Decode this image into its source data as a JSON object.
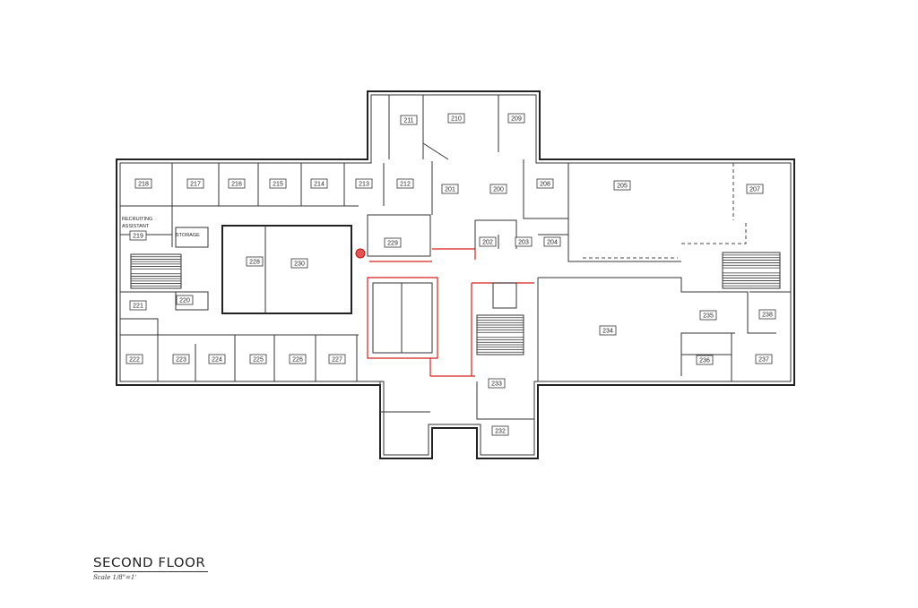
{
  "drawing": {
    "title": "SECOND FLOOR",
    "scale": "Scale 1/8\"=1'"
  },
  "labels": {
    "recruiting": "RECRUITING",
    "assistant": "ASSISTANT",
    "storage": "STORAGE"
  },
  "rooms": [
    "200",
    "201",
    "202",
    "203",
    "204",
    "205",
    "207",
    "208",
    "209",
    "210",
    "211",
    "212",
    "213",
    "214",
    "215",
    "216",
    "217",
    "218",
    "219",
    "220",
    "221",
    "222",
    "223",
    "224",
    "225",
    "226",
    "227",
    "228",
    "229",
    "230",
    "232",
    "233",
    "234",
    "235",
    "236",
    "237",
    "238"
  ],
  "colors": {
    "walls": "#222222",
    "highlight": "#d42020"
  }
}
